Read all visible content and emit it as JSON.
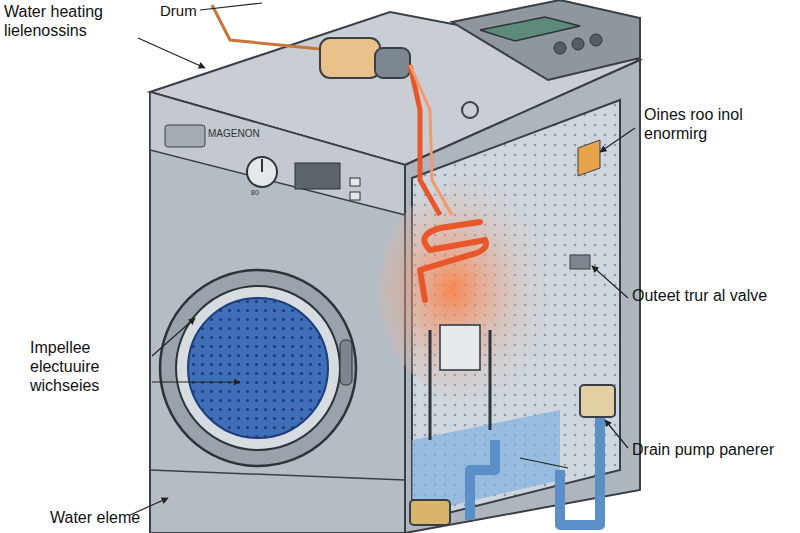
{
  "diagram": {
    "labels": [
      "Drum",
      "Water heating lielenossins",
      "MAGENON",
      "80",
      "Oines roo inol enormirg",
      "Outeet trur al valve",
      "Impellee electuuire wichseies",
      "Drain pump panerer",
      "Water eleme"
    ]
  }
}
